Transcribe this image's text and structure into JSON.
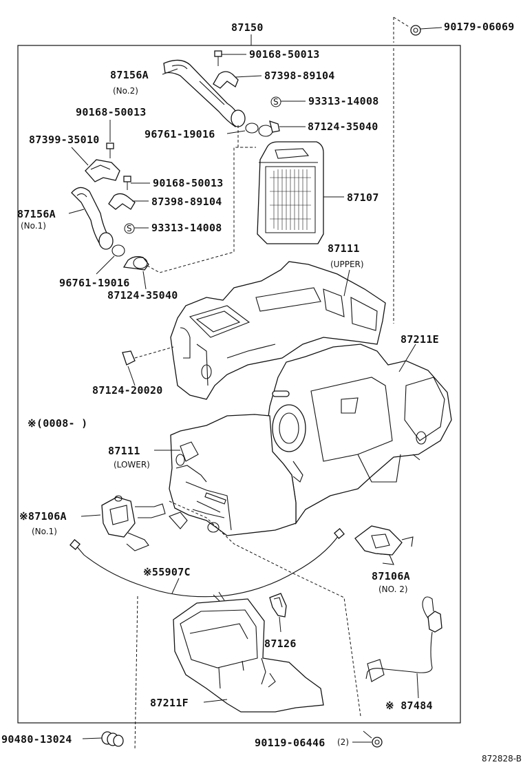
{
  "diagram": {
    "assembly_number": "87150",
    "figure_code": "872828-B",
    "labels": {
      "p90179_06069": "90179-06069",
      "p90168_50013_top": "90168-50013",
      "p87156A_no2": "87156A",
      "p87156A_no2_sub": "(No.2)",
      "p87398_89104_top": "87398-89104",
      "p93313_14008_top": "93313-14008",
      "p90168_50013_left": "90168-50013",
      "p96761_19016_top": "96761-19016",
      "p87124_35040_top": "87124-35040",
      "p87399_35010": "87399-35010",
      "p90168_50013_mid": "90168-50013",
      "p87107": "87107",
      "p87156A_no1": "87156A",
      "p87156A_no1_sub": "(No.1)",
      "p87398_89104_mid": "87398-89104",
      "p93313_14008_mid": "93313-14008",
      "p87111_upper": "87111",
      "p87111_upper_sub": "(UPPER)",
      "p96761_19016_low": "96761-19016",
      "p87124_35040_low": "87124-35040",
      "p87211E": "87211E",
      "p87124_20020": "87124-20020",
      "note_range": "※(0008-      )",
      "p87111_lower": "87111",
      "p87111_lower_sub": "(LOWER)",
      "p87106A_no1": "※87106A",
      "p87106A_no1_sub": "(No.1)",
      "p55907C": "※55907C",
      "p87106A_no2": "87106A",
      "p87106A_no2_sub": "(NO. 2)",
      "p87126": "87126",
      "p87484": "※ 87484",
      "p87211F": "87211F",
      "p90480_13024": "90480-13024",
      "p90119_06446": "90119-06446",
      "p90119_06446_qty": "(2)"
    },
    "symbols": {
      "s_mark": "S"
    }
  }
}
